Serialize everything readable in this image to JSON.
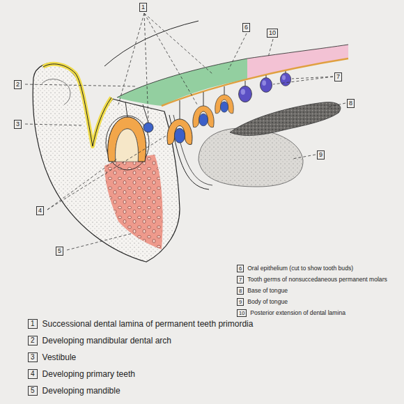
{
  "diagram": {
    "nodes": [
      {
        "text": [
          "1"
        ]
      },
      {
        "text": [
          "6"
        ]
      },
      {
        "text": [
          "10"
        ]
      },
      {
        "text": [
          "7"
        ]
      },
      {
        "text": [
          "2"
        ]
      },
      {
        "text": [
          "8"
        ]
      },
      {
        "text": [
          "3"
        ]
      },
      {
        "text": [
          "9"
        ]
      },
      {
        "text": [
          "4"
        ]
      },
      {
        "text": [
          "5"
        ]
      },
      {
        "text": [
          "1",
          "Successional dental lamina of permanent teeth primordia"
        ]
      },
      {
        "text": [
          "2",
          "Developing mandibular dental arch"
        ]
      },
      {
        "text": [
          "3",
          "Vestibule"
        ]
      },
      {
        "text": [
          "4",
          "Developing primary teeth"
        ]
      },
      {
        "text": [
          "5",
          "Developing mandible"
        ]
      },
      {
        "text": [
          "6",
          "Oral epithelium (cut to show tooth buds)"
        ]
      },
      {
        "text": [
          "7",
          "Tooth germs of nonsuccedaneous permanent molars"
        ]
      },
      {
        "text": [
          "8",
          "Base of tongue"
        ]
      },
      {
        "text": [
          "9",
          "Body of tongue"
        ]
      },
      {
        "text": [
          "10",
          "Posterior extension of dental lamina"
        ]
      }
    ]
  }
}
